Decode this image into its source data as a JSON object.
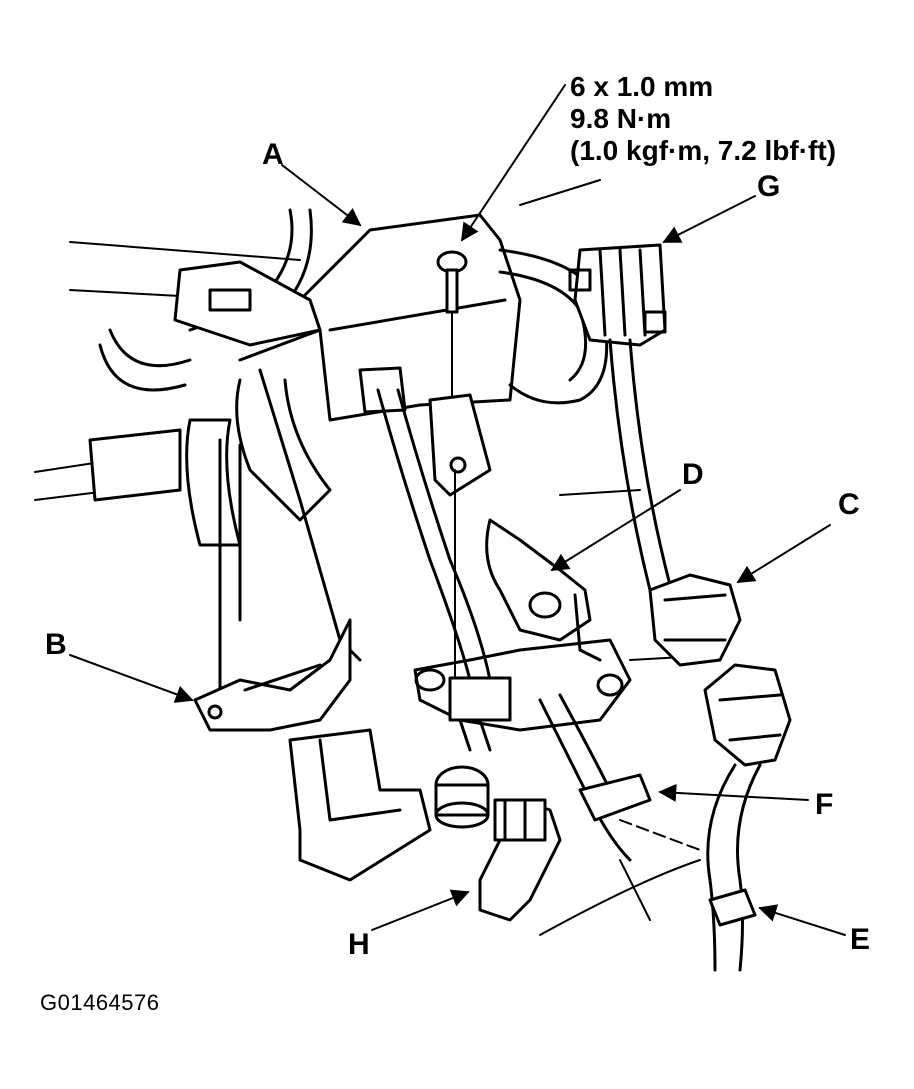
{
  "spec": {
    "bolt_size": "6 x 1.0 mm",
    "torque_nm": "9.8 N·m",
    "torque_alt": "(1.0 kgf·m, 7.2 lbf·ft)"
  },
  "callouts": {
    "a": "A",
    "b": "B",
    "c": "C",
    "d": "D",
    "e": "E",
    "f": "F",
    "g": "G",
    "h": "H"
  },
  "figure_id": "G01464576",
  "colors": {
    "ink": "#000000",
    "paper": "#ffffff"
  }
}
